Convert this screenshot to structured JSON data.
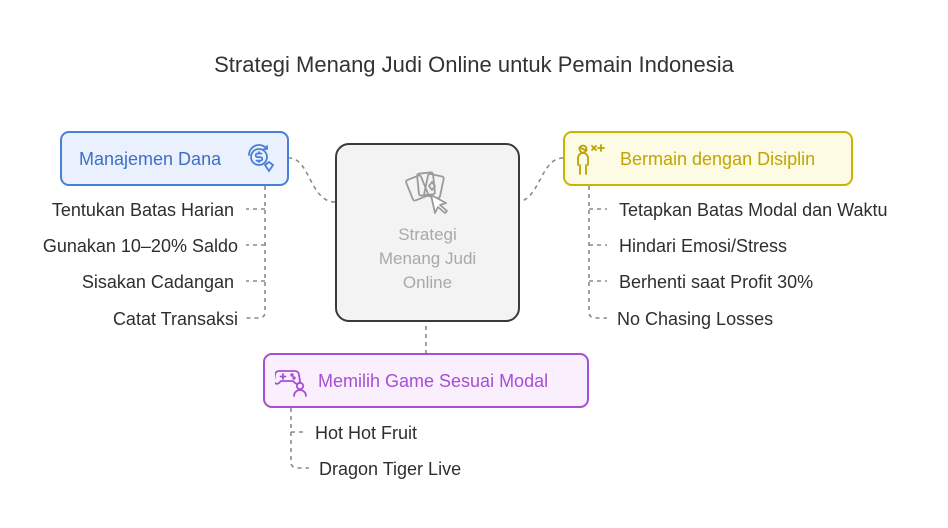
{
  "title": "Strategi Menang Judi Online untuk Pemain Indonesia",
  "center": {
    "lines": [
      "Strategi",
      "Menang Judi",
      "Online"
    ],
    "icon": "playing-cards-icon"
  },
  "branches": {
    "left": {
      "label": "Manajemen Dana",
      "icon": "money-cycle-icon",
      "color": "#4a7fd6",
      "fill": "#eaf1fc",
      "items": [
        "Tentukan Batas Harian",
        "Gunakan 10–20% Saldo",
        "Sisakan Cadangan",
        "Catat Transaksi"
      ]
    },
    "right": {
      "label": "Bermain dengan Disiplin",
      "icon": "decision-person-icon",
      "color": "#c9b400",
      "fill": "#fdfbe3",
      "items": [
        "Tetapkan Batas Modal dan Waktu",
        "Hindari Emosi/Stress",
        "Berhenti saat Profit 30%",
        "No Chasing Losses"
      ]
    },
    "bottom": {
      "label": "Memilih Game Sesuai Modal",
      "icon": "gamepad-person-icon",
      "color": "#a64fd3",
      "fill": "#f9effd",
      "items": [
        "Hot Hot Fruit",
        "Dragon Tiger Live"
      ]
    }
  }
}
